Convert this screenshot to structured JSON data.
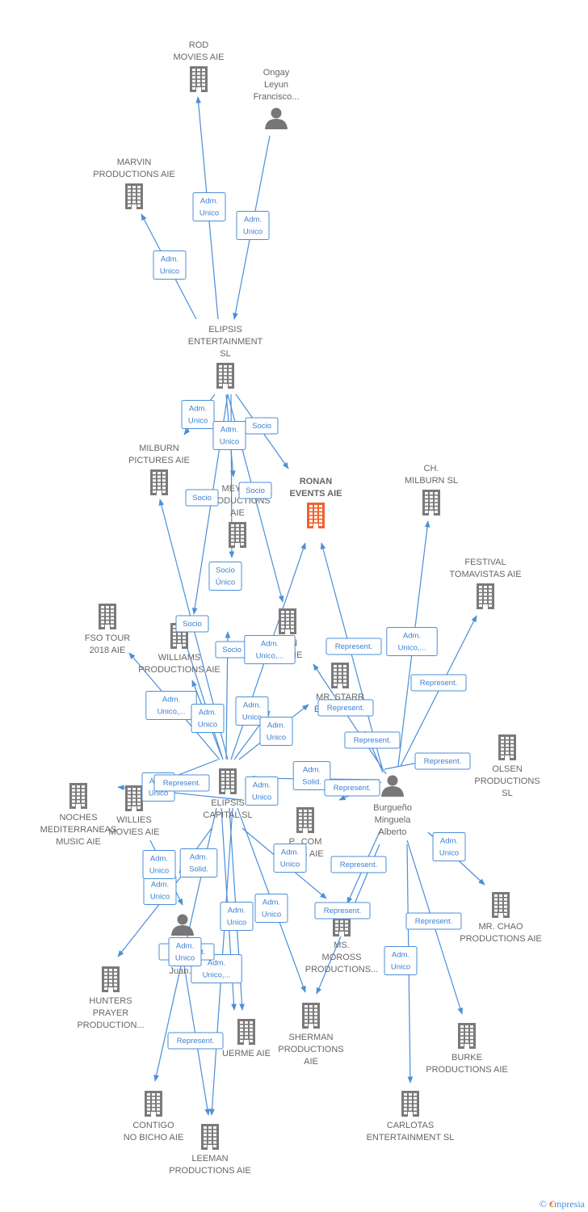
{
  "colors": {
    "edge": "#4a8fd8",
    "company": "#7a7a7a",
    "highlight": "#f0622f",
    "person": "#777777",
    "label": "#666666"
  },
  "nodes": [
    {
      "id": "rod",
      "type": "company",
      "label": [
        "ROD",
        "MOVIES  AIE"
      ]
    },
    {
      "id": "ongay",
      "type": "person",
      "label": [
        "Ongay",
        "Leyun",
        "Francisco..."
      ]
    },
    {
      "id": "marvin",
      "type": "company",
      "label": [
        "MARVIN",
        "PRODUCTIONS AIE"
      ]
    },
    {
      "id": "elipsis_ent",
      "type": "company",
      "label": [
        "ELIPSIS",
        "ENTERTAINMENT",
        "SL"
      ]
    },
    {
      "id": "milburn_pic",
      "type": "company",
      "label": [
        "MILBURN",
        "PICTURES  AIE"
      ]
    },
    {
      "id": "ronan",
      "type": "highlight",
      "label": [
        "RONAN",
        "EVENTS AIE"
      ]
    },
    {
      "id": "ch_milburn",
      "type": "company",
      "label": [
        "CH.",
        "MILBURN  SL"
      ]
    },
    {
      "id": "meyer",
      "type": "company",
      "label": [
        "MEYER",
        "PRODUCTIONS",
        "AIE"
      ]
    },
    {
      "id": "festival",
      "type": "company",
      "label": [
        "FESTIVAL",
        "TOMAVISTAS AIE"
      ]
    },
    {
      "id": "fso",
      "type": "company",
      "label": [
        "FSO TOUR",
        "2018 AIE"
      ]
    },
    {
      "id": "williams",
      "type": "company",
      "label": [
        "WILLIAMS",
        "PRODUCTIONS AIE"
      ]
    },
    {
      "id": "rcen",
      "type": "company",
      "label": [
        "...EN",
        "...S  AIE"
      ]
    },
    {
      "id": "mr_starr",
      "type": "company",
      "label": [
        "MR.  STARR",
        "EVENTS  AIE"
      ]
    },
    {
      "id": "olsen",
      "type": "company",
      "label": [
        "OLSEN",
        "PRODUCTIONS",
        "SL"
      ]
    },
    {
      "id": "noches",
      "type": "company",
      "label": [
        "NOCHES",
        "MEDITERRANEAS",
        "MUSIC AIE"
      ]
    },
    {
      "id": "willies",
      "type": "company",
      "label": [
        "WILLIES",
        "MOVIES  AIE"
      ]
    },
    {
      "id": "elipsis_cap",
      "type": "company",
      "label": [
        "ELIPSIS",
        "CAPITAL  SL"
      ]
    },
    {
      "id": "burgueno",
      "type": "person",
      "label": [
        "Burgueño",
        "Minguela",
        "Alberto"
      ]
    },
    {
      "id": "pcom",
      "type": "company",
      "label": [
        "P...COM",
        "...OS  AIE"
      ]
    },
    {
      "id": "mr_chao",
      "type": "company",
      "label": [
        "MR.  CHAO",
        "PRODUCTIONS AIE"
      ]
    },
    {
      "id": "juan",
      "type": "person",
      "label": [
        "C...",
        "F...",
        "Juan..."
      ]
    },
    {
      "id": "ms_moross",
      "type": "company",
      "label": [
        "MS.",
        "MOROSS",
        "PRODUCTIONS..."
      ]
    },
    {
      "id": "hunters",
      "type": "company",
      "label": [
        "HUNTERS",
        "PRAYER",
        "PRODUCTION..."
      ]
    },
    {
      "id": "uerme",
      "type": "company",
      "label": [
        "UERME AIE"
      ]
    },
    {
      "id": "sherman",
      "type": "company",
      "label": [
        "SHERMAN",
        "PRODUCTIONS",
        "AIE"
      ]
    },
    {
      "id": "burke",
      "type": "company",
      "label": [
        "BURKE",
        "PRODUCTIONS AIE"
      ]
    },
    {
      "id": "contigo",
      "type": "company",
      "label": [
        "CONTIGO",
        "NO BICHO  AIE"
      ]
    },
    {
      "id": "leeman",
      "type": "company",
      "label": [
        "LEEMAN",
        "PRODUCTIONS AIE"
      ]
    },
    {
      "id": "carlotas",
      "type": "company",
      "label": [
        "CARLOTAS",
        "ENTERTAINMENT SL"
      ]
    }
  ],
  "edges": [
    {
      "label": [
        "Adm.",
        "Unico"
      ]
    },
    {
      "label": [
        "Adm.",
        "Unico"
      ]
    },
    {
      "label": [
        "Adm.",
        "Unico"
      ]
    },
    {
      "label": [
        "Adm.",
        "Unico"
      ]
    },
    {
      "label": [
        "Socio"
      ]
    },
    {
      "label": [
        "Adm.",
        "Unico"
      ]
    },
    {
      "label": [
        "Socio"
      ]
    },
    {
      "label": [
        "Socio"
      ]
    },
    {
      "label": [
        "Socio",
        "Único"
      ]
    },
    {
      "label": [
        "Socio"
      ]
    },
    {
      "label": [
        "Socio"
      ]
    },
    {
      "label": [
        "Adm.",
        "Unico,..."
      ]
    },
    {
      "label": [
        "Adm.",
        "Unico,..."
      ]
    },
    {
      "label": [
        "Adm.",
        "Unico"
      ]
    },
    {
      "label": [
        "Adm.",
        "Unico"
      ]
    },
    {
      "label": [
        "Adm.",
        "Unico"
      ]
    },
    {
      "label": [
        "Represent."
      ]
    },
    {
      "label": [
        "Adm.",
        "Unico,..."
      ]
    },
    {
      "label": [
        "Represent."
      ]
    },
    {
      "label": [
        "Represent."
      ]
    },
    {
      "label": [
        "Represent."
      ]
    },
    {
      "label": [
        "Represent."
      ]
    },
    {
      "label": [
        "Adm.",
        "Solid."
      ]
    },
    {
      "label": [
        "Represent."
      ]
    },
    {
      "label": [
        "Adm.",
        "Unico"
      ]
    },
    {
      "label": [
        "Adm.",
        "Unico"
      ]
    },
    {
      "label": [
        "Represent."
      ]
    },
    {
      "label": [
        "Adm.",
        "Unico"
      ]
    },
    {
      "label": [
        "Represent."
      ]
    },
    {
      "label": [
        "Adm.",
        "Unico"
      ]
    },
    {
      "label": [
        "Represent."
      ]
    },
    {
      "label": [
        "Adm.",
        "Solid."
      ]
    },
    {
      "label": [
        "Adm.",
        "Unico"
      ]
    },
    {
      "label": [
        "Adm.",
        "Unico"
      ]
    },
    {
      "label": [
        "Adm.",
        "Unico"
      ]
    },
    {
      "label": [
        "Represent."
      ]
    },
    {
      "label": [
        "Adm.",
        "Unico"
      ]
    },
    {
      "label": [
        "Adm.",
        "Unico"
      ]
    },
    {
      "label": [
        "Adm.",
        "Unico,..."
      ]
    },
    {
      "label": [
        "Represent."
      ]
    },
    {
      "label": [
        "Represent."
      ]
    },
    {
      "label": [
        "Adm.",
        "Unico"
      ]
    }
  ],
  "footer": {
    "copyright": "©",
    "brand_e": "€",
    "brand_rest": "mpresia"
  }
}
